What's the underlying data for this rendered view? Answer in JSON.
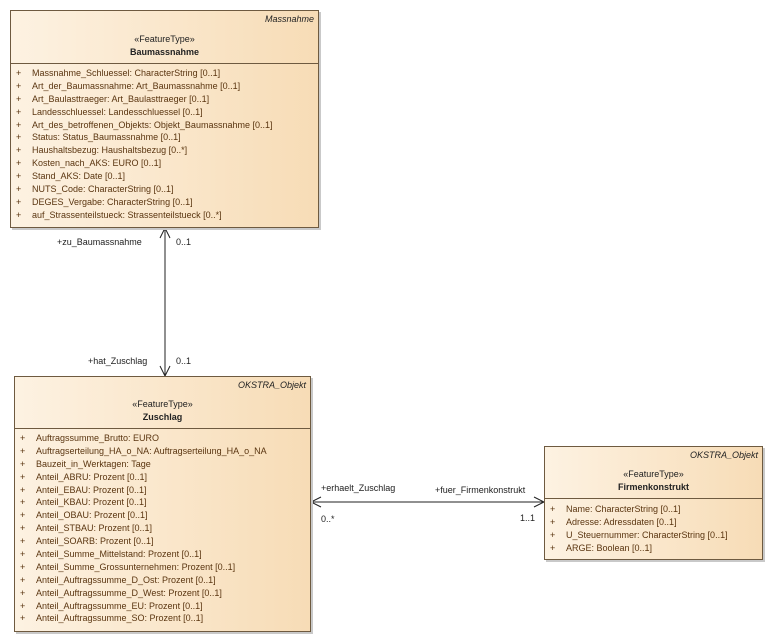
{
  "classes": {
    "baumassnahme": {
      "package": "Massnahme",
      "stereotype": "«FeatureType»",
      "name": "Baumassnahme",
      "attributes": [
        {
          "vis": "+",
          "text": "Massnahme_Schluessel: CharacterString [0..1]"
        },
        {
          "vis": "+",
          "text": "Art_der_Baumassnahme: Art_Baumassnahme [0..1]"
        },
        {
          "vis": "+",
          "text": "Art_Baulasttraeger: Art_Baulasttraeger [0..1]"
        },
        {
          "vis": "+",
          "text": "Landesschluessel: Landesschluessel [0..1]"
        },
        {
          "vis": "+",
          "text": "Art_des_betroffenen_Objekts: Objekt_Baumassnahme [0..1]"
        },
        {
          "vis": "+",
          "text": "Status: Status_Baumassnahme [0..1]"
        },
        {
          "vis": "+",
          "text": "Haushaltsbezug: Haushaltsbezug [0..*]"
        },
        {
          "vis": "+",
          "text": "Kosten_nach_AKS: EURO [0..1]"
        },
        {
          "vis": "+",
          "text": "Stand_AKS: Date [0..1]"
        },
        {
          "vis": "+",
          "text": "NUTS_Code: CharacterString [0..1]"
        },
        {
          "vis": "+",
          "text": "DEGES_Vergabe: CharacterString [0..1]"
        },
        {
          "vis": "+",
          "text": "auf_Strassenteilstueck: Strassenteilstueck [0..*]"
        }
      ]
    },
    "zuschlag": {
      "package": "OKSTRA_Objekt",
      "stereotype": "«FeatureType»",
      "name": "Zuschlag",
      "attributes": [
        {
          "vis": "+",
          "text": "Auftragssumme_Brutto: EURO"
        },
        {
          "vis": "+",
          "text": "Auftragserteilung_HA_o_NA: Auftragserteilung_HA_o_NA"
        },
        {
          "vis": "+",
          "text": "Bauzeit_in_Werktagen: Tage"
        },
        {
          "vis": "+",
          "text": "Anteil_ABRU: Prozent [0..1]"
        },
        {
          "vis": "+",
          "text": "Anteil_EBAU: Prozent [0..1]"
        },
        {
          "vis": "+",
          "text": "Anteil_KBAU: Prozent [0..1]"
        },
        {
          "vis": "+",
          "text": "Anteil_OBAU: Prozent [0..1]"
        },
        {
          "vis": "+",
          "text": "Anteil_STBAU: Prozent [0..1]"
        },
        {
          "vis": "+",
          "text": "Anteil_SOARB: Prozent [0..1]"
        },
        {
          "vis": "+",
          "text": "Anteil_Summe_Mittelstand: Prozent [0..1]"
        },
        {
          "vis": "+",
          "text": "Anteil_Summe_Grossunternehmen: Prozent [0..1]"
        },
        {
          "vis": "+",
          "text": "Anteil_Auftragssumme_D_Ost: Prozent [0..1]"
        },
        {
          "vis": "+",
          "text": "Anteil_Auftragssumme_D_West: Prozent [0..1]"
        },
        {
          "vis": "+",
          "text": "Anteil_Auftragssumme_EU: Prozent [0..1]"
        },
        {
          "vis": "+",
          "text": "Anteil_Auftragssumme_SO: Prozent [0..1]"
        }
      ]
    },
    "firmenkonstrukt": {
      "package": "OKSTRA_Objekt",
      "stereotype": "«FeatureType»",
      "name": "Firmenkonstrukt",
      "attributes": [
        {
          "vis": "+",
          "text": "Name: CharacterString [0..1]"
        },
        {
          "vis": "+",
          "text": "Adresse: Adressdaten [0..1]"
        },
        {
          "vis": "+",
          "text": "U_Steuernummer: CharacterString [0..1]"
        },
        {
          "vis": "+",
          "text": "ARGE: Boolean [0..1]"
        }
      ]
    }
  },
  "associations": {
    "baumassnahme_zuschlag": {
      "role_top": "+zu_Baumassnahme",
      "mult_top": "0..1",
      "role_bottom": "+hat_Zuschlag",
      "mult_bottom": "0..1"
    },
    "zuschlag_firmenkonstrukt": {
      "role_left": "+erhaelt_Zuschlag",
      "mult_left": "0..*",
      "role_right": "+fuer_Firmenkonstrukt",
      "mult_right": "1..1"
    }
  },
  "colors": {
    "class_fill_light": "#fdf2e2",
    "class_fill_dark": "#f7dcb6",
    "border": "#6e5a40",
    "attribute_text": "#5a3510"
  }
}
